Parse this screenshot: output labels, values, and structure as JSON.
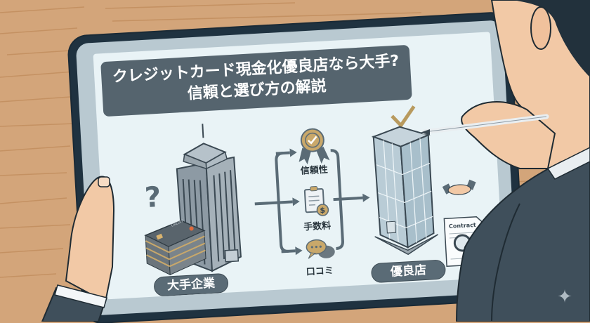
{
  "scene": {
    "description": "Businessman holding a tablet displaying an infographic about credit card cash-conversion shops",
    "background": "wooden-desk"
  },
  "tablet": {
    "title": {
      "line1": "クレジットカード現金化優良店なら大手?",
      "line2": "信頼と選び方の解説"
    },
    "left_panel": {
      "label": "大手企業",
      "question_mark": "?",
      "card_text": "CREDIT"
    },
    "criteria": [
      {
        "label": "信頼性",
        "icon": "award-badge-icon"
      },
      {
        "label": "手数料",
        "icon": "clipboard-dollar-icon"
      },
      {
        "label": "口コミ",
        "icon": "chat-bubbles-icon"
      }
    ],
    "right_panel": {
      "label": "優良店",
      "document_title": "Contract"
    }
  },
  "colors": {
    "wood": "#d3a57a",
    "tablet_frame": "#1f3240",
    "screen": "#e9f3f6",
    "title_bg": "#55646e",
    "pill_bg": "#5a6b76",
    "accent_gold": "#c9a86a",
    "arrow": "#5a6b76",
    "suit": "#3f4f5b",
    "skin": "#f2c9a6"
  }
}
